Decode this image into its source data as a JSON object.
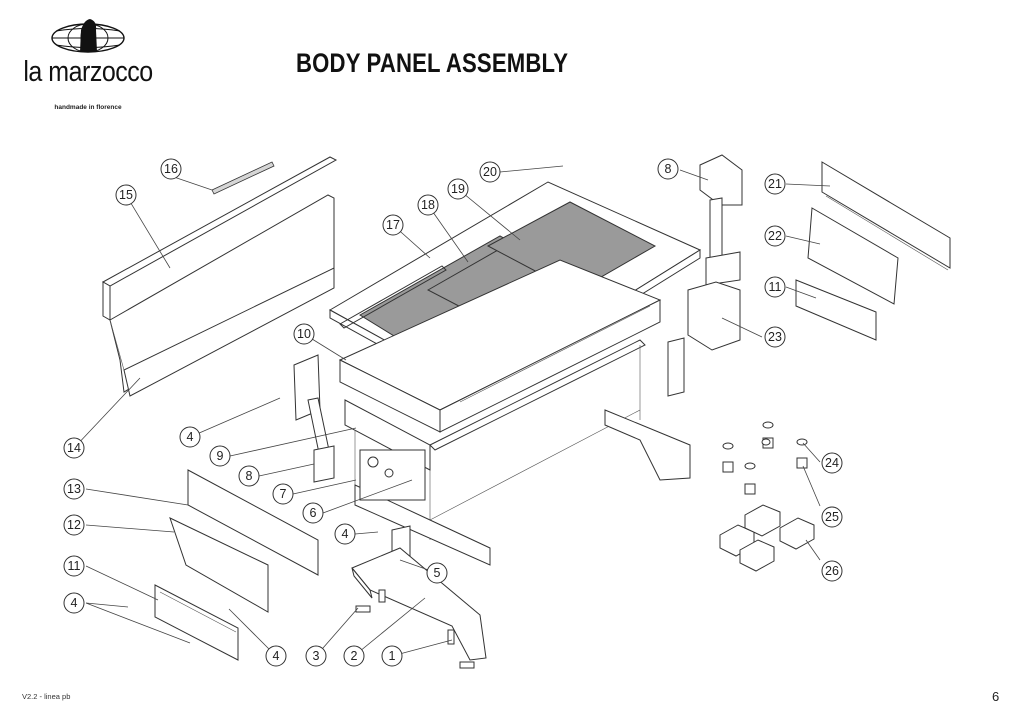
{
  "header": {
    "brand": "la marzocco",
    "tagline": "handmade in florence",
    "title": "BODY PANEL ASSEMBLY"
  },
  "footer": {
    "version": "V2.2 - linea pb",
    "page": "6"
  },
  "callouts": [
    {
      "label": "1"
    },
    {
      "label": "2"
    },
    {
      "label": "3"
    },
    {
      "label": "4"
    },
    {
      "label": "5"
    },
    {
      "label": "6"
    },
    {
      "label": "7"
    },
    {
      "label": "8"
    },
    {
      "label": "9"
    },
    {
      "label": "10"
    },
    {
      "label": "11"
    },
    {
      "label": "12"
    },
    {
      "label": "13"
    },
    {
      "label": "14"
    },
    {
      "label": "15"
    },
    {
      "label": "16"
    },
    {
      "label": "17"
    },
    {
      "label": "18"
    },
    {
      "label": "19"
    },
    {
      "label": "20"
    },
    {
      "label": "21"
    },
    {
      "label": "22"
    },
    {
      "label": "23"
    },
    {
      "label": "24"
    },
    {
      "label": "25"
    },
    {
      "label": "26"
    },
    {
      "label": "4"
    },
    {
      "label": "4"
    },
    {
      "label": "4"
    },
    {
      "label": "8"
    },
    {
      "label": "11"
    }
  ]
}
